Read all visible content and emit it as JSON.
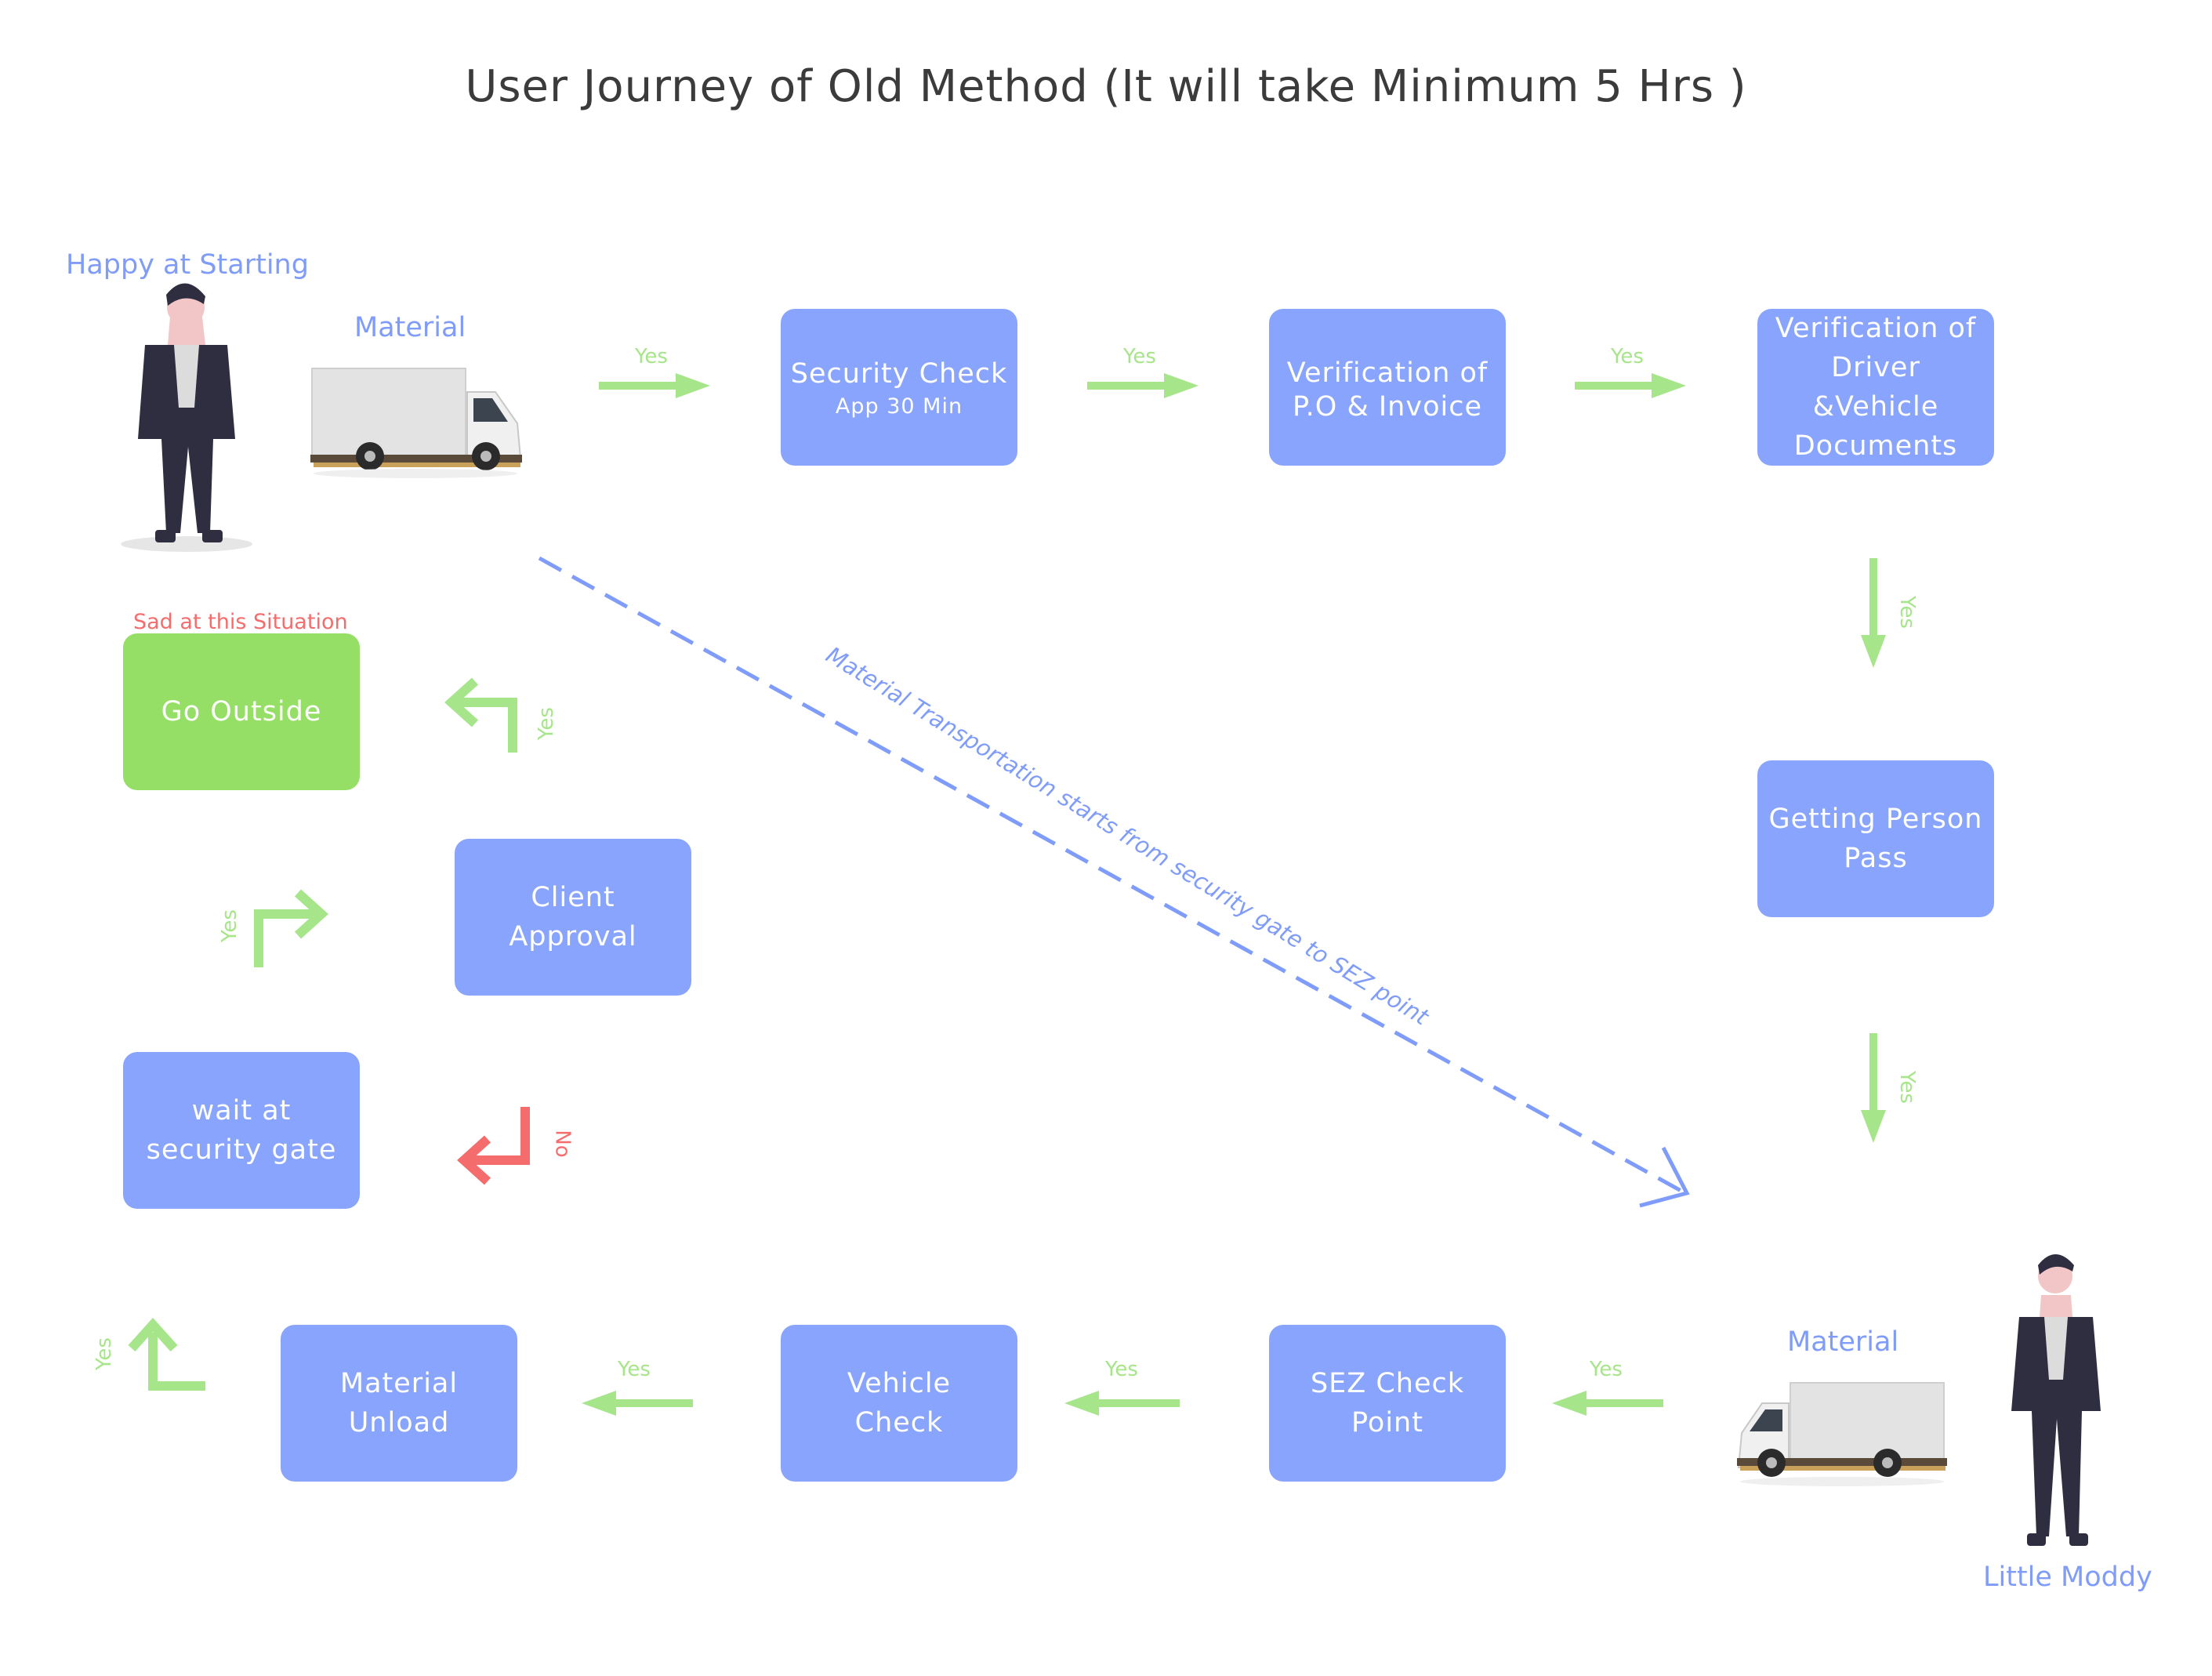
{
  "title": "User Journey of Old Method (It will take Minimum 5 Hrs )",
  "labels": {
    "happy": "Happy at Starting",
    "material_top": "Material",
    "material_bottom": "Material",
    "sad": "Sad at this Situation",
    "little_moddy": "Little Moddy",
    "diagonal": "Material Transportation starts from security gate to SEZ point"
  },
  "boxes": {
    "security_check": {
      "title": "Security Check",
      "sub": "App 30 Min"
    },
    "verification_po": {
      "line1": "Verification of",
      "line2": "P.O & Invoice"
    },
    "verification_driver": {
      "line1": "Verification of",
      "line2": "Driver &Vehicle",
      "line3": "Documents"
    },
    "person_pass": {
      "line1": "Getting Person",
      "line2": "Pass"
    },
    "sez_check": {
      "line1": "SEZ Check",
      "line2": "Point"
    },
    "vehicle_check": {
      "line1": "Vehicle",
      "line2": "Check"
    },
    "material_unload": {
      "line1": "Material",
      "line2": "Unload"
    },
    "wait_gate": {
      "line1": "wait at",
      "line2": "security gate"
    },
    "client_approval": {
      "line1": "Client",
      "line2": "Approval"
    },
    "go_outside": {
      "line1": "Go Outside"
    }
  },
  "edge_labels": {
    "yes": "Yes",
    "no": "No"
  },
  "colors": {
    "box": "#88a4fc",
    "go_outside": "#96df66",
    "yes_arrow": "#a6e58a",
    "no_arrow": "#f56c6c",
    "title": "#3b3b3b",
    "accent_text": "#7f9cfa"
  },
  "icons": [
    "person-figure",
    "delivery-truck",
    "arrow-right",
    "arrow-down",
    "arrow-left",
    "elbow-arrow"
  ]
}
